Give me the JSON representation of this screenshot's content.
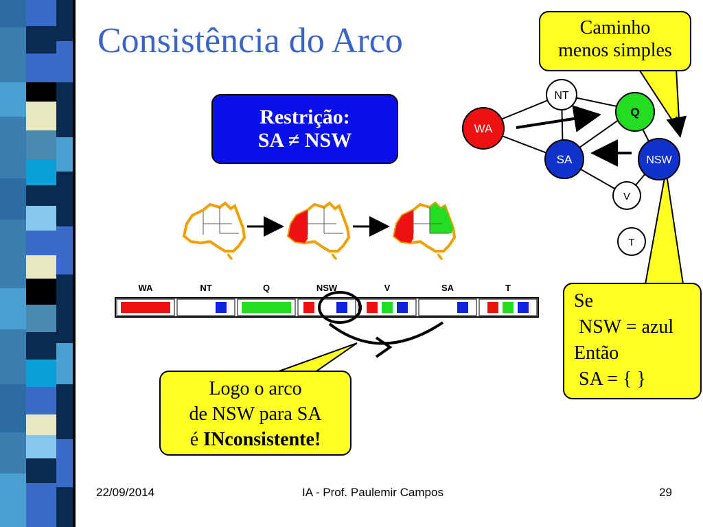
{
  "slide": {
    "title": "Consistência do Arco"
  },
  "constraint_box": {
    "line1": "Restrição:",
    "line2": "SA ≠ NSW"
  },
  "callout_top": {
    "line1": "Caminho",
    "line2": "menos simples"
  },
  "callout_right": {
    "line1": "Se",
    "line2": " NSW = azul",
    "line3": "Então",
    "line4": " SA = { }"
  },
  "callout_bottom": {
    "line1": "Logo o arco",
    "line2": "de NSW para SA",
    "line3_prefix": "é ",
    "line3_bold": "INconsistente!"
  },
  "graph": {
    "nodes": [
      {
        "id": "NT",
        "label": "NT",
        "fill": "#ffffff",
        "text_color": "#000000"
      },
      {
        "id": "Q",
        "label": "Q",
        "fill": "#22dd22",
        "text_color": "#000000"
      },
      {
        "id": "WA",
        "label": "WA",
        "fill": "#ee1111",
        "text_color": "#ffffff"
      },
      {
        "id": "SA",
        "label": "SA",
        "fill": "#1133cc",
        "text_color": "#ffffff"
      },
      {
        "id": "NSW",
        "label": "NSW",
        "fill": "#1133cc",
        "text_color": "#ffffff"
      },
      {
        "id": "V",
        "label": "V",
        "fill": "#ffffff",
        "text_color": "#000000"
      },
      {
        "id": "T",
        "label": "T",
        "fill": "#ffffff",
        "text_color": "#000000"
      }
    ]
  },
  "domain_table": {
    "columns": [
      {
        "label": "WA",
        "colors": [
          "red"
        ]
      },
      {
        "label": "NT",
        "colors": [
          "blue"
        ]
      },
      {
        "label": "Q",
        "colors": [
          "green"
        ]
      },
      {
        "label": "NSW",
        "colors": [
          "red",
          "blue"
        ]
      },
      {
        "label": "V",
        "colors": [
          "red",
          "green",
          "blue"
        ]
      },
      {
        "label": "SA",
        "colors": [
          "blue"
        ]
      },
      {
        "label": "T",
        "colors": [
          "red",
          "green",
          "blue"
        ]
      }
    ],
    "palette": {
      "red": "#ee1111",
      "green": "#22dd22",
      "blue": "#1122dd"
    }
  },
  "footer": {
    "date": "22/09/2014",
    "center": "IA - Prof. Paulemir Campos",
    "page": "29"
  }
}
